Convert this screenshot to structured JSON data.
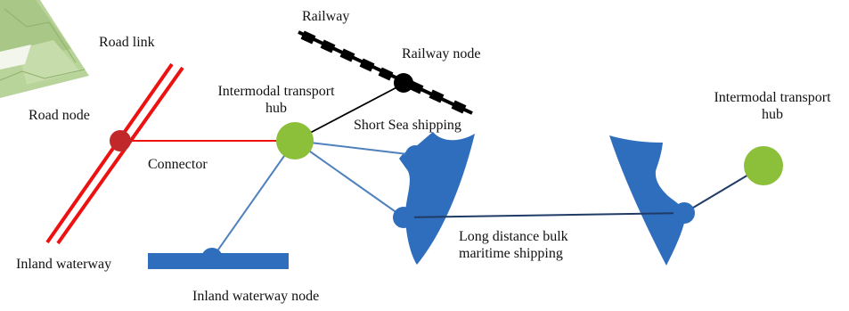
{
  "labels": {
    "railway": "Railway",
    "road_link": "Road link",
    "railway_node": "Railway node",
    "hub_left_line1": "Intermodal transport",
    "hub_left_line2": "hub",
    "road_node": "Road node",
    "short_sea": "Short Sea shipping",
    "connector": "Connector",
    "hub_right_line1": "Intermodal transport",
    "hub_right_line2": "hub",
    "long_distance_line1": "Long distance bulk",
    "long_distance_line2": "maritime shipping",
    "inland_waterway": "Inland waterway",
    "inland_waterway_node": "Inland waterway node"
  },
  "colors": {
    "road": "#ee1111",
    "road_node": "#c0282a",
    "hub": "#8cbf3a",
    "water": "#2f6dbd",
    "water_line": "#4f81bd",
    "rail": "#000000",
    "link": "#1f3b66",
    "map": "#b9d49a"
  }
}
